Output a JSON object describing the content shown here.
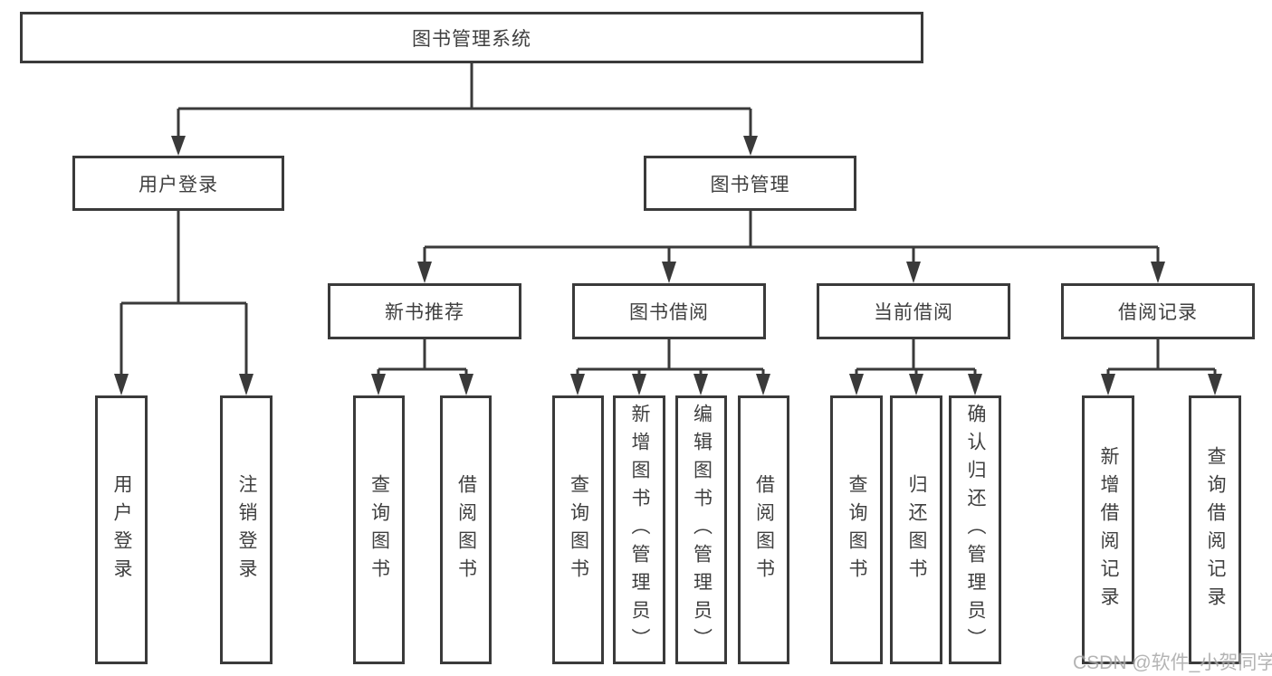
{
  "tree": {
    "label": "图书管理系统",
    "children": [
      {
        "label": "用户登录",
        "children": [
          {
            "label": "用户登录"
          },
          {
            "label": "注销登录"
          }
        ]
      },
      {
        "label": "图书管理",
        "children": [
          {
            "label": "新书推荐",
            "children": [
              {
                "label": "查询图书"
              },
              {
                "label": "借阅图书"
              }
            ]
          },
          {
            "label": "图书借阅",
            "children": [
              {
                "label": "查询图书"
              },
              {
                "label": "新增图书（管理员）"
              },
              {
                "label": "编辑图书（管理员）"
              },
              {
                "label": "借阅图书"
              }
            ]
          },
          {
            "label": "当前借阅",
            "children": [
              {
                "label": "查询图书"
              },
              {
                "label": "归还图书"
              },
              {
                "label": "确认归还（管理员）"
              }
            ]
          },
          {
            "label": "借阅记录",
            "children": [
              {
                "label": "新增借阅记录"
              },
              {
                "label": "查询借阅记录"
              }
            ]
          }
        ]
      }
    ]
  },
  "watermark": {
    "text": "CSDN @软件_小贺同学"
  },
  "colors": {
    "line": "#3a3a3a",
    "text": "#3f3f3f",
    "watermark": "#a8a8a8",
    "background": "#ffffff"
  }
}
